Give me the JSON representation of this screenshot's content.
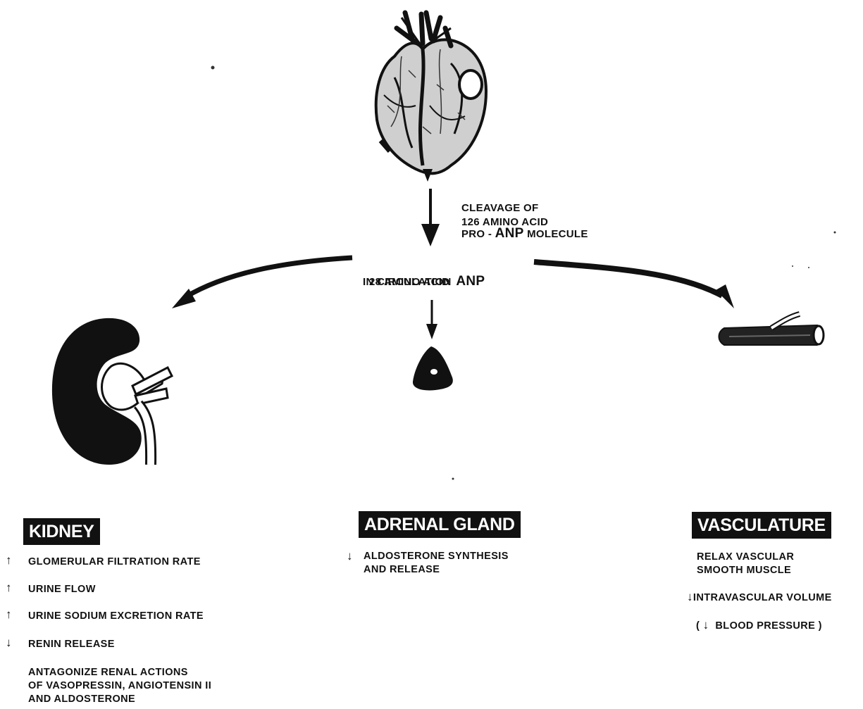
{
  "source": {
    "cleavage": "CLEAVAGE OF\n126 AMINO ACID",
    "pro_prefix": "PRO - ",
    "pro_anp": "ANP",
    "pro_suffix": " MOLECULE",
    "circ_prefix": "28 AMINO ACID  ",
    "circ_anp": "ANP",
    "circ_line2": "IN CIRCULATION"
  },
  "organs": {
    "kidney": {
      "title": "KIDNEY",
      "effects": [
        {
          "arrow": "↑",
          "text": "GLOMERULAR FILTRATION RATE"
        },
        {
          "arrow": "↑",
          "text": "URINE FLOW"
        },
        {
          "arrow": "↑",
          "text": "URINE SODIUM EXCRETION RATE"
        },
        {
          "arrow": "↓",
          "text": "RENIN RELEASE"
        }
      ],
      "note": "ANTAGONIZE RENAL ACTIONS\nOF VASOPRESSIN, ANGIOTENSIN II\nAND ALDOSTERONE"
    },
    "adrenal": {
      "title": "ADRENAL GLAND",
      "arrow": "↓",
      "effect": "ALDOSTERONE SYNTHESIS\nAND RELEASE"
    },
    "vasculature": {
      "title": "VASCULATURE",
      "effect1": "RELAX VASCULAR\nSMOOTH MUSCLE",
      "effect2_arrow": "↓",
      "effect2": "INTRAVASCULAR VOLUME",
      "effect3_open": "( ",
      "effect3_arrow": "↓",
      "effect3": "  BLOOD PRESSURE )"
    }
  }
}
